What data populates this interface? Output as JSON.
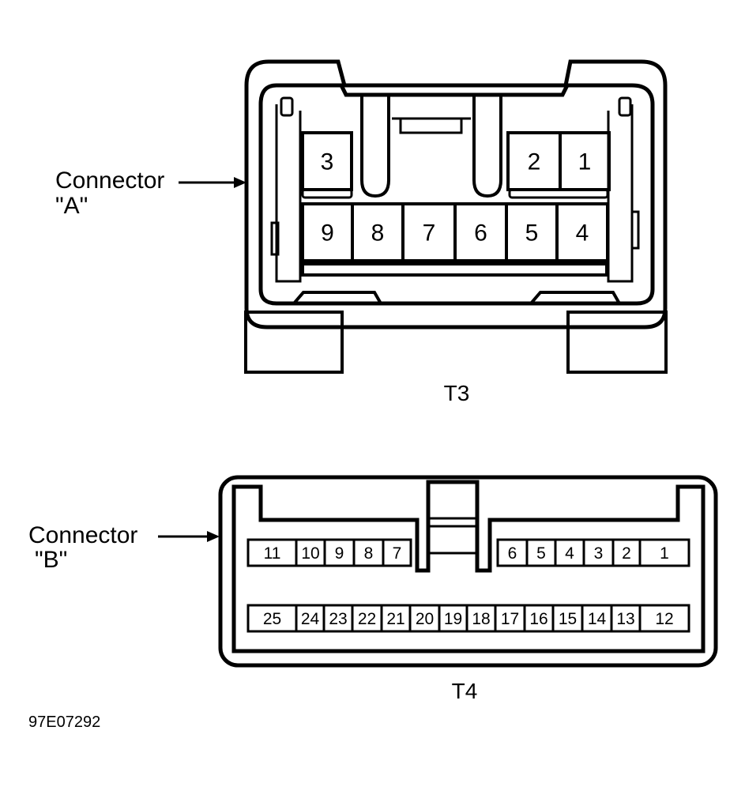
{
  "connector_a": {
    "label_line1": "Connector",
    "label_line2": "\"A\"",
    "caption": "T3",
    "pins_top": [
      "3",
      "2",
      "1"
    ],
    "pins_bottom": [
      "9",
      "8",
      "7",
      "6",
      "5",
      "4"
    ]
  },
  "connector_b": {
    "label_line1": "Connector",
    "label_line2": "\"B\"",
    "caption": "T4",
    "pins_top_left": [
      "11",
      "10",
      "9",
      "8",
      "7"
    ],
    "pins_top_right": [
      "6",
      "5",
      "4",
      "3",
      "2",
      "1"
    ],
    "pins_bottom": [
      "25",
      "24",
      "23",
      "22",
      "21",
      "20",
      "19",
      "18",
      "17",
      "16",
      "15",
      "14",
      "13",
      "12"
    ]
  },
  "figure_code": "97E07292"
}
